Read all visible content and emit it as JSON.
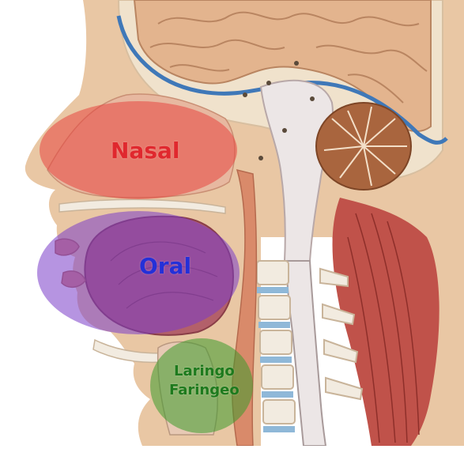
{
  "figure": {
    "regions": [
      {
        "id": "nasal",
        "label": "Nasal",
        "color": "#e0282e",
        "overlay_color": "#e8463f"
      },
      {
        "id": "oral",
        "label": "Oral",
        "color": "#2430d8",
        "overlay_color": "#7a3cc8"
      },
      {
        "id": "laringofaringeo",
        "label_line1": "Laringo",
        "label_line2": "Faringeo",
        "color": "#1d7a1d",
        "overlay_color": "#3c9a2c"
      }
    ],
    "anatomy_colors": {
      "skin": "#e9c7a4",
      "brain": "#e3b48e",
      "cerebellum": "#a9653e",
      "muscle": "#c0524a",
      "bone": "#f2ebe0",
      "disc": "#8fb8d8",
      "spinal_cord": "#ece6e6"
    }
  }
}
